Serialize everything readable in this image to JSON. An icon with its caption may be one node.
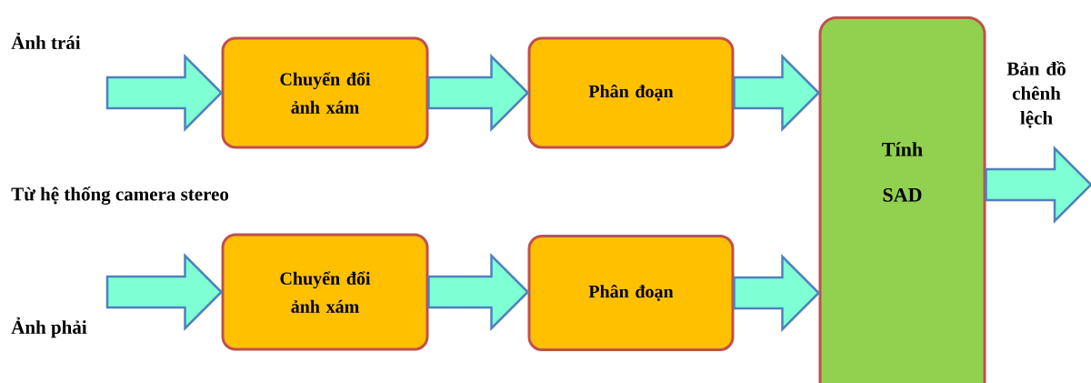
{
  "diagram": {
    "nodes": [
      {
        "text": [
          "Chuyển đổi ảnh xám"
        ]
      },
      {
        "text": [
          "Phân đoạn"
        ]
      },
      {
        "text": [
          "Chuyển đổi ảnh xám"
        ]
      },
      {
        "text": [
          "Phân đoạn"
        ]
      },
      {
        "text": [
          "Tính SAD"
        ]
      }
    ],
    "edges": [
      {
        "from": null,
        "to": 0,
        "arrow": "to"
      },
      {
        "from": 0,
        "to": 1,
        "arrow": "to"
      },
      {
        "from": 1,
        "to": 4,
        "arrow": "to"
      },
      {
        "from": null,
        "to": 2,
        "arrow": "to"
      },
      {
        "from": 2,
        "to": 3,
        "arrow": "to"
      },
      {
        "from": 3,
        "to": 4,
        "arrow": "to"
      },
      {
        "from": 4,
        "to": null,
        "arrow": "to"
      }
    ],
    "labels": [
      "Ảnh trái",
      "Từ hệ thống camera stereo",
      "Ảnh phải",
      "Bản đồ chênh lệch"
    ]
  }
}
